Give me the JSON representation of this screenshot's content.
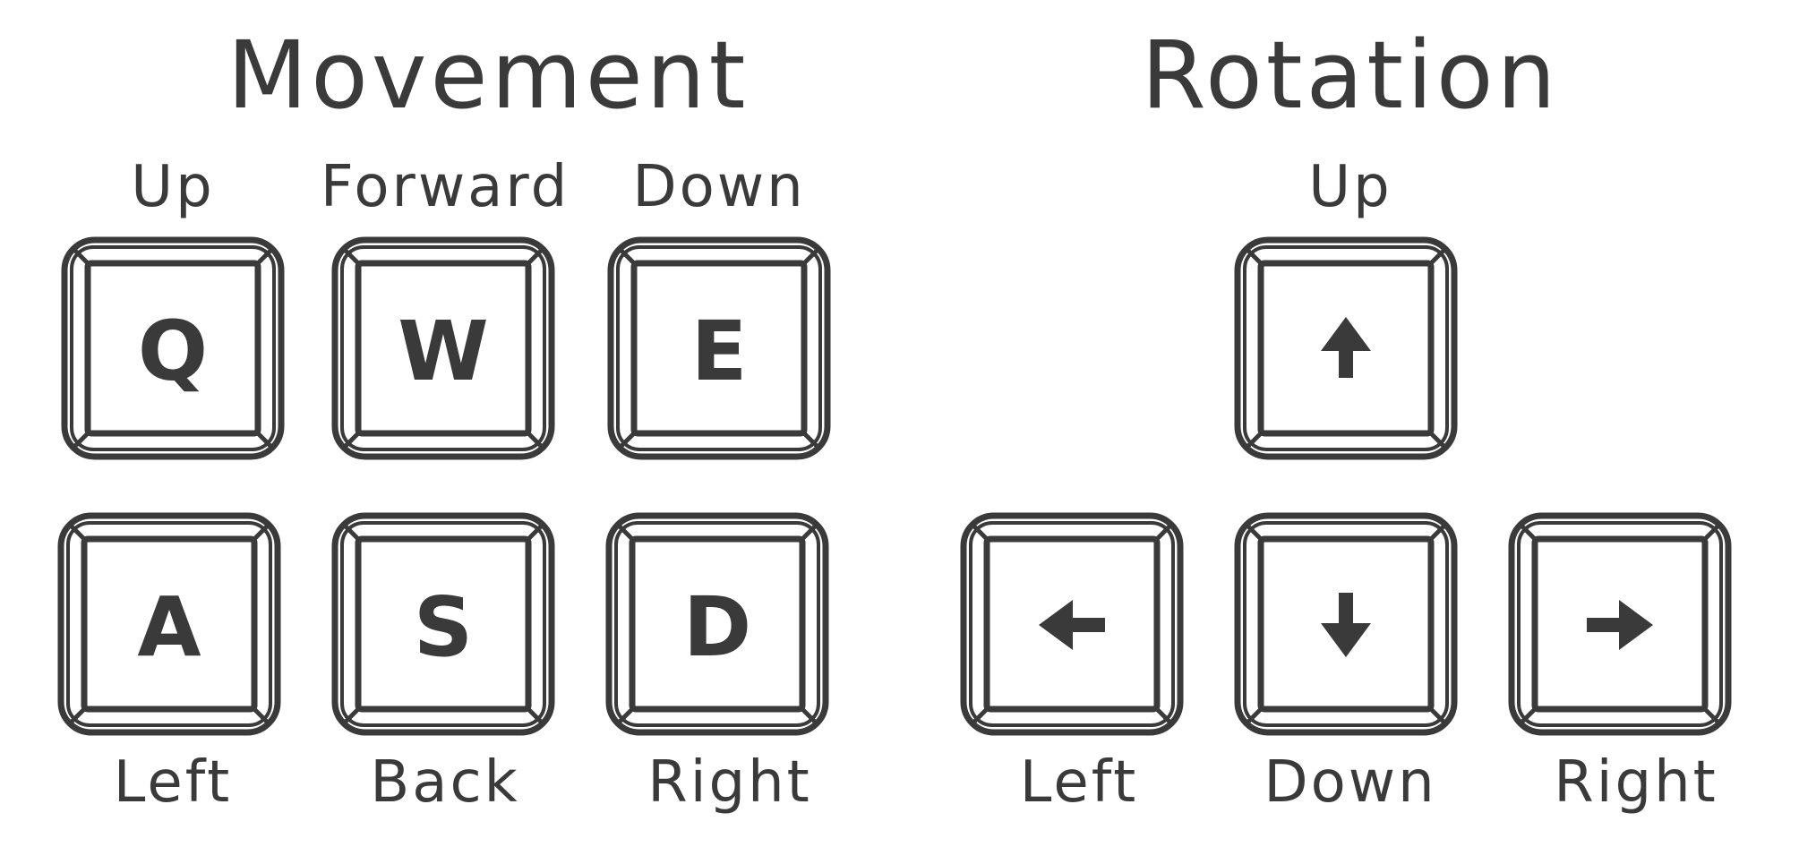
{
  "movement": {
    "title": "Movement",
    "keys": {
      "q": {
        "cap": "Q",
        "label": "Up"
      },
      "w": {
        "cap": "W",
        "label": "Forward"
      },
      "e": {
        "cap": "E",
        "label": "Down"
      },
      "a": {
        "cap": "A",
        "label": "Left"
      },
      "s": {
        "cap": "S",
        "label": "Back"
      },
      "d": {
        "cap": "D",
        "label": "Right"
      }
    }
  },
  "rotation": {
    "title": "Rotation",
    "keys": {
      "up": {
        "icon": "arrow-up-icon",
        "label": "Up"
      },
      "left": {
        "icon": "arrow-left-icon",
        "label": "Left"
      },
      "down": {
        "icon": "arrow-down-icon",
        "label": "Down"
      },
      "right": {
        "icon": "arrow-right-icon",
        "label": "Right"
      }
    }
  },
  "colors": {
    "ink": "#3a3a3a",
    "background": "#ffffff"
  }
}
